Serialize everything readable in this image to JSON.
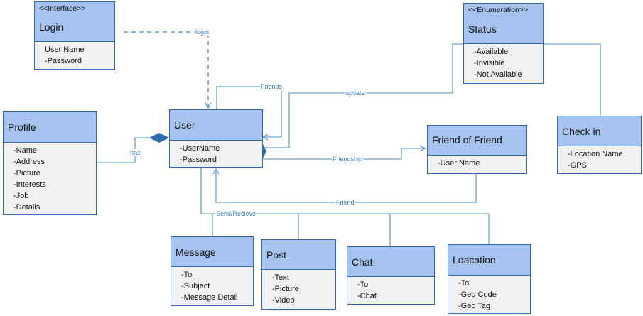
{
  "classes": {
    "login": {
      "stereotype": "<<Interface>>",
      "name": "Login",
      "attrs": [
        "User Name",
        "-Password"
      ]
    },
    "status": {
      "stereotype": "<<Enumeration>>",
      "name": "Status",
      "attrs": [
        "-Available",
        "-Invisible",
        "-Not Available"
      ]
    },
    "profile": {
      "name": "Profile",
      "attrs": [
        "-Name",
        "-Address",
        "-Picture",
        "-Interests",
        "-Job",
        "-Details"
      ]
    },
    "user": {
      "name": "User",
      "attrs": [
        "-UserName",
        "-Password"
      ]
    },
    "fof": {
      "name": "Friend of Friend",
      "attrs": [
        "-User Name"
      ]
    },
    "checkin": {
      "name": "Check in",
      "attrs": [
        "-Location Name",
        "-GPS"
      ]
    },
    "message": {
      "name": "Message",
      "attrs": [
        "-To",
        "-Subject",
        "-Message Detail"
      ]
    },
    "post": {
      "name": "Post",
      "attrs": [
        "-Text",
        "-Picture",
        "-Video"
      ]
    },
    "chat": {
      "name": "Chat",
      "attrs": [
        "-To",
        "-Chat"
      ]
    },
    "location": {
      "name": "Loacation",
      "attrs": [
        "-To",
        "-Geo Code",
        "-Geo Tag"
      ]
    }
  },
  "labels": {
    "login": "login",
    "friends": "Friends",
    "update": "update",
    "has": "has",
    "friendship": "Friendship",
    "friend": "Friend",
    "send_receive": "Send/Recieve"
  },
  "colors": {
    "header": "#a6c2ef",
    "border": "#2e6bb0",
    "body": "#f1f1f1",
    "line": "#4a90d0"
  }
}
